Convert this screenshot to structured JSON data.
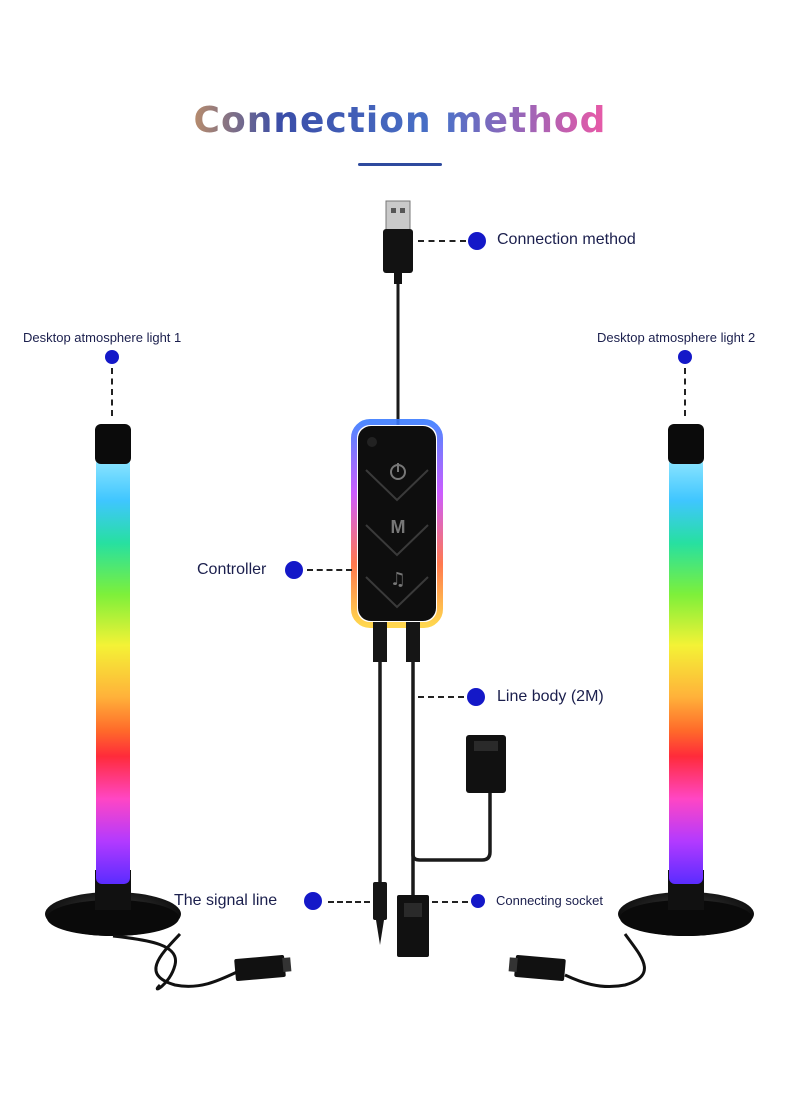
{
  "title": "Connection method",
  "labels": {
    "usb": "Connection method",
    "light1": "Desktop atmosphere light 1",
    "light2": "Desktop atmosphere light 2",
    "controller": "Controller",
    "line_body": "Line body (2M)",
    "signal_line": "The signal line",
    "socket": "Connecting socket"
  },
  "controller_buttons": [
    "power-icon",
    "M",
    "music-note-icon"
  ],
  "colors": {
    "callout_dot": "#1418c8",
    "label_text": "#1b1f4d",
    "title_rule": "#2e4a9e"
  }
}
